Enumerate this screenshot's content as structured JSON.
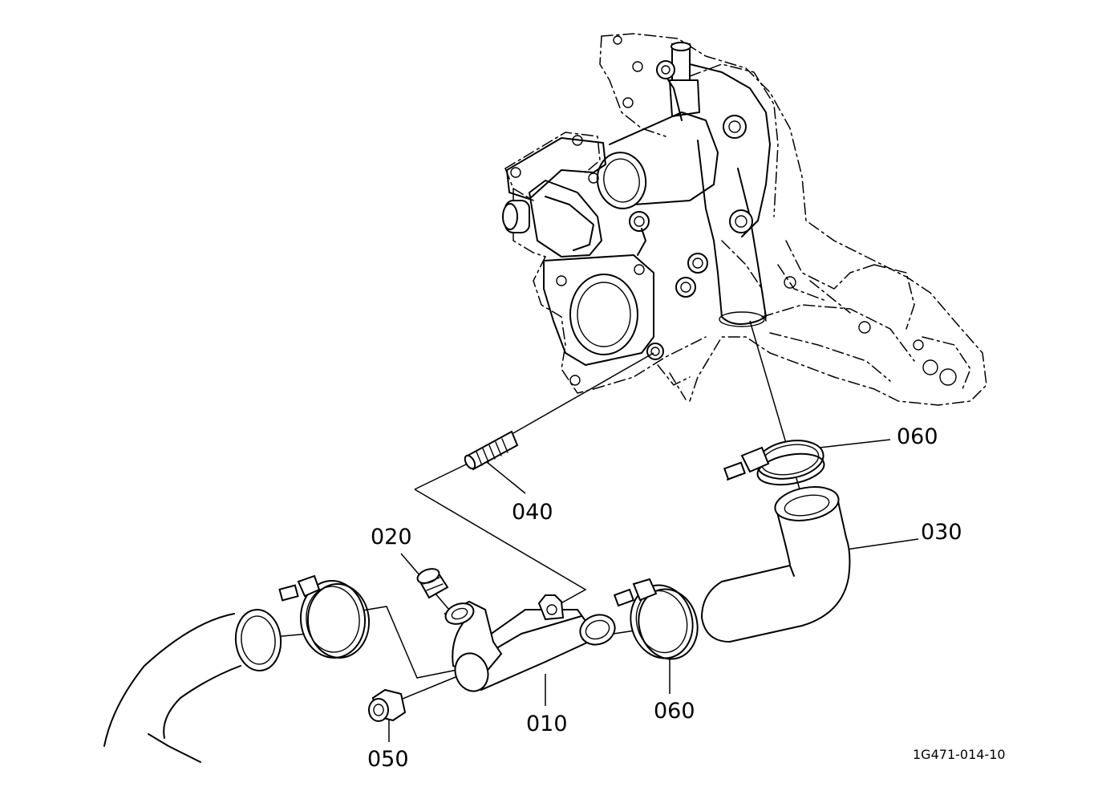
{
  "labels": {
    "p010": "010",
    "p020": "020",
    "p030": "030",
    "p040": "040",
    "p050": "050",
    "p060_top": "060",
    "p060_bottom": "060"
  },
  "drawing_code": "1G471-014-10"
}
